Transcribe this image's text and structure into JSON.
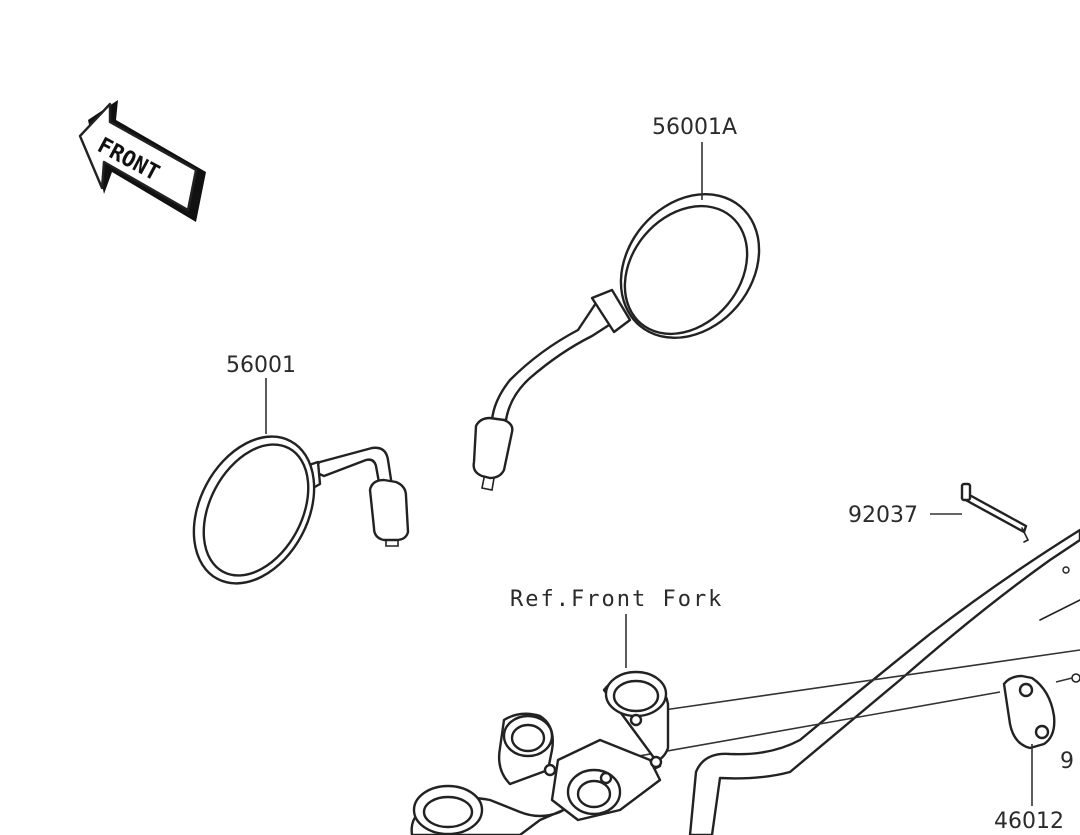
{
  "diagram": {
    "direction_indicator": {
      "text": "FRONT"
    },
    "callouts": {
      "mirror_right": "56001A",
      "mirror_left": "56001",
      "clamp_bolt": "92037",
      "fork_ref": "Ref.Front Fork",
      "holder": "46012",
      "partial_number": "9"
    }
  }
}
